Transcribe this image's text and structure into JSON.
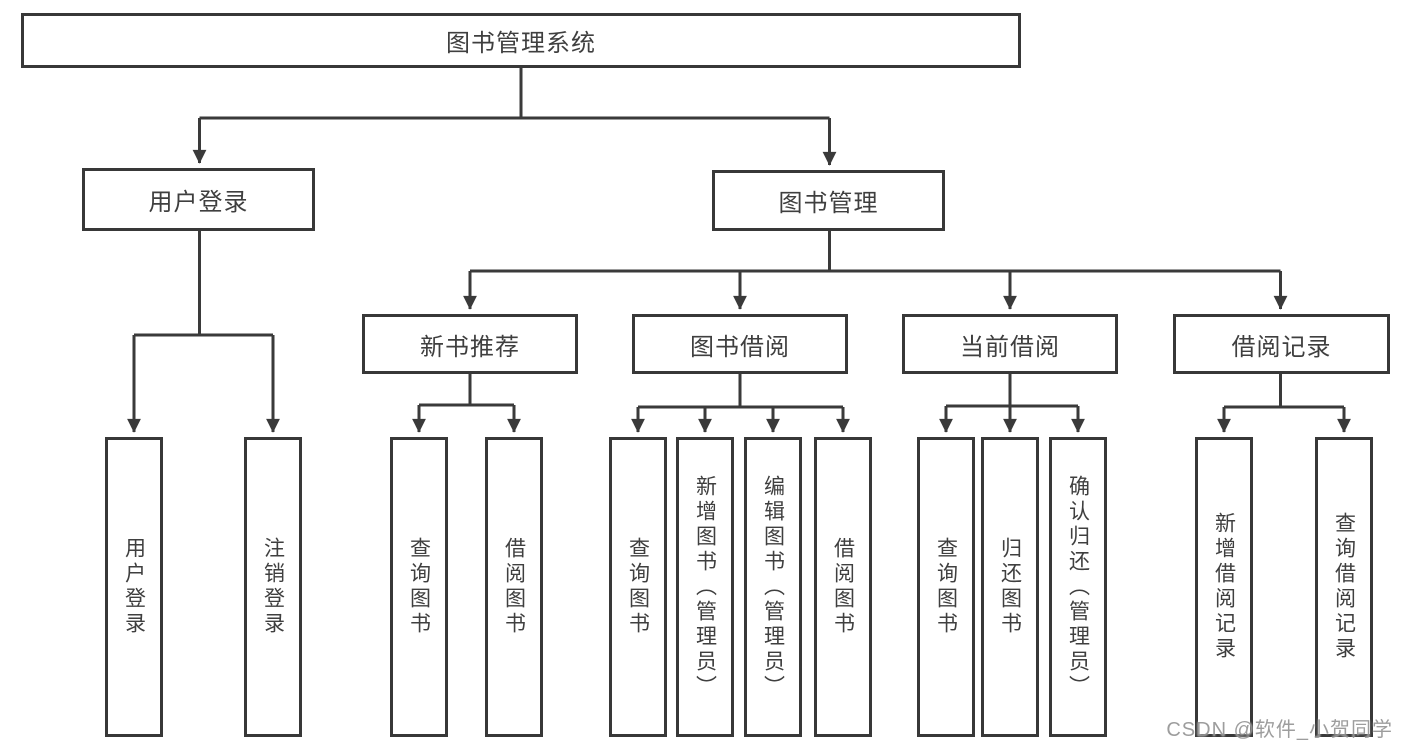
{
  "diagram": {
    "root": {
      "label": "图书管理系统"
    },
    "branches": [
      {
        "label": "用户登录",
        "children": [
          {
            "label": "用户登录"
          },
          {
            "label": "注销登录"
          }
        ]
      },
      {
        "label": "图书管理",
        "children": [
          {
            "label": "新书推荐",
            "children": [
              {
                "label": "查询图书"
              },
              {
                "label": "借阅图书"
              }
            ]
          },
          {
            "label": "图书借阅",
            "children": [
              {
                "label": "查询图书"
              },
              {
                "label": "新增图书（管理员）"
              },
              {
                "label": "编辑图书（管理员）"
              },
              {
                "label": "借阅图书"
              }
            ]
          },
          {
            "label": "当前借阅",
            "children": [
              {
                "label": "查询图书"
              },
              {
                "label": "归还图书"
              },
              {
                "label": "确认归还（管理员）"
              }
            ]
          },
          {
            "label": "借阅记录",
            "children": [
              {
                "label": "新增借阅记录"
              },
              {
                "label": "查询借阅记录"
              }
            ]
          }
        ]
      }
    ]
  },
  "watermark": "CSDN @软件_小贺同学",
  "colors": {
    "line": "#3a3a3a",
    "border": "#383838",
    "text": "#3f3f3f",
    "watermark_gray": "#8c8c8c"
  }
}
